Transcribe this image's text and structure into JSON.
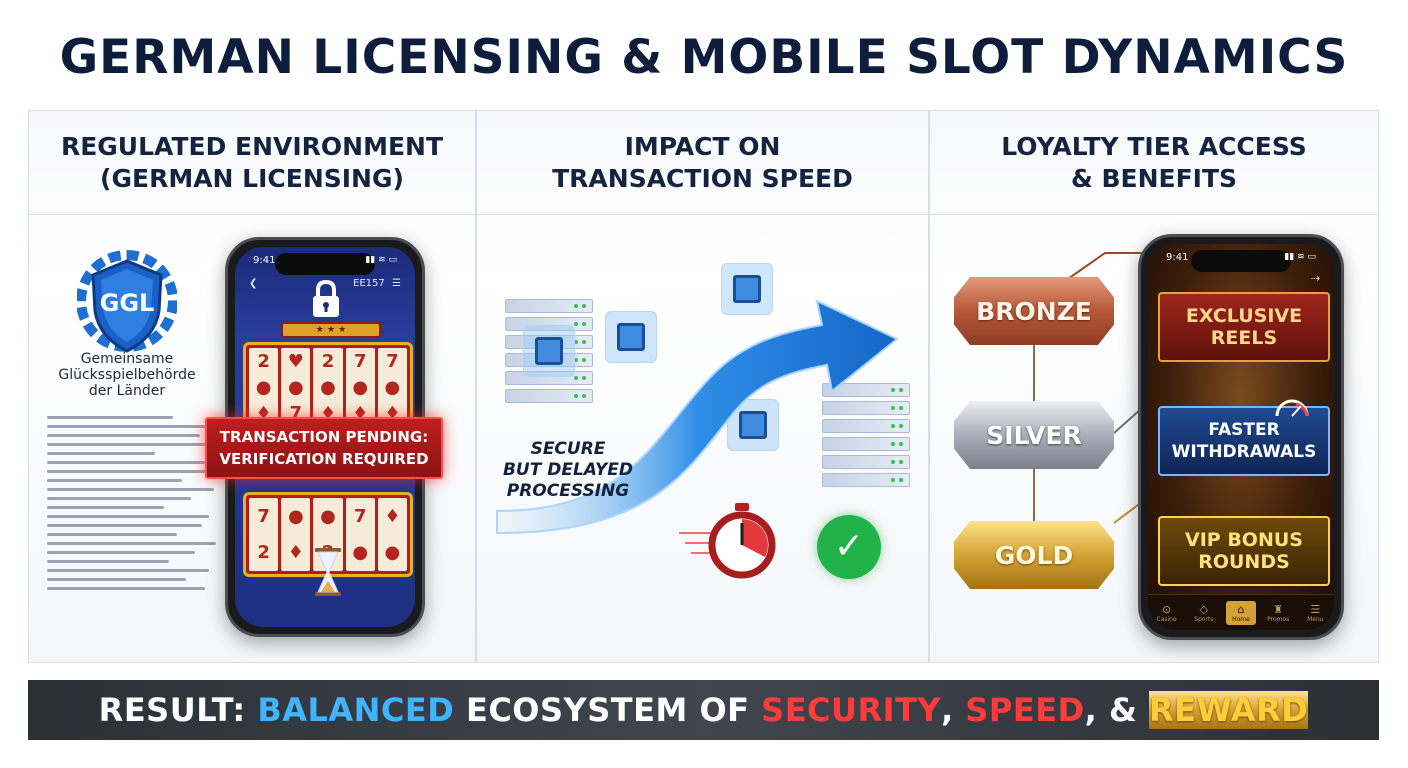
{
  "title": "GERMAN LICENSING & MOBILE SLOT DYNAMICS",
  "panels": [
    {
      "heading_line1": "REGULATED ENVIRONMENT",
      "heading_line2": "(GERMAN LICENSING)",
      "logo_text": "GGL",
      "authority_line1": "Gemeinsame",
      "authority_line2": "Glücksspielbehörde",
      "authority_line3": "der Länder",
      "status_time": "9:41",
      "phone_topbar_label": "EE157",
      "alert_line1": "TRANSACTION PENDING:",
      "alert_line2": "VERIFICATION REQUIRED"
    },
    {
      "heading_line1": "IMPACT ON",
      "heading_line2": "TRANSACTION SPEED",
      "caption_line1": "SECURE",
      "caption_line2": "BUT DELAYED",
      "caption_line3": "PROCESSING"
    },
    {
      "heading_line1": "LOYALTY TIER ACCESS",
      "heading_line2": "& BENEFITS",
      "status_time": "9:41",
      "tiers": [
        "BRONZE",
        "SILVER",
        "GOLD"
      ],
      "perks": [
        {
          "line1": "EXCLUSIVE",
          "line2": "REELS"
        },
        {
          "line1": "FASTER",
          "line2": "WITHDRAWALS"
        },
        {
          "line1": "VIP BONUS",
          "line2": "ROUNDS"
        }
      ],
      "tabs": [
        "Casino",
        "Sports",
        "Home",
        "Promos",
        "Menu"
      ]
    }
  ],
  "footer": {
    "prefix": "RESULT: ",
    "word_balanced": "BALANCED",
    "mid": " ECOSYSTEM OF ",
    "word_security": "SECURITY",
    "sep1": ", ",
    "word_speed": "SPEED",
    "sep2": ", & ",
    "word_reward": "REWARD"
  },
  "colors": {
    "title": "#0d1d3b",
    "accent_blue": "#3fb4ff",
    "accent_red": "#ff3b3b",
    "accent_gold": "#ffcd3a",
    "alert_red": "#c01e1e",
    "check_green": "#21b24a"
  },
  "icons": [
    "shield-gear-icon",
    "lock-icon",
    "hourglass-icon",
    "chip-icon",
    "server-icon",
    "arrow-icon",
    "stopwatch-icon",
    "checkmark-icon",
    "gauge-icon"
  ]
}
